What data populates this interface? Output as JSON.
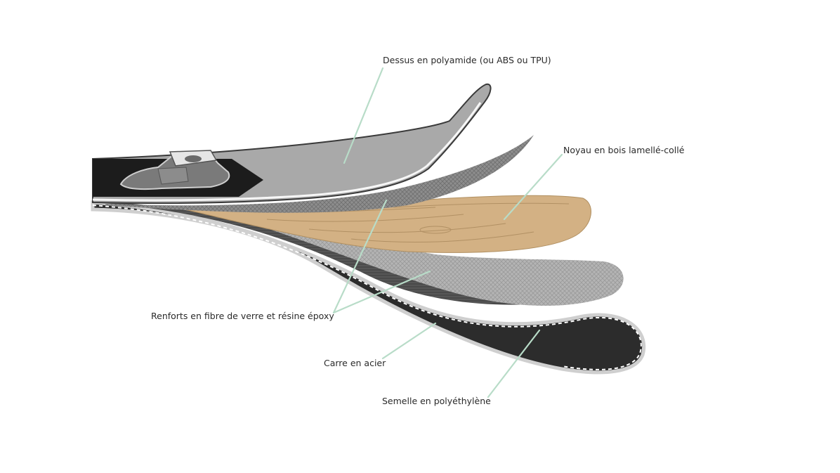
{
  "labels": {
    "top": "Dessus en polyamide (ou ABS ou TPU)",
    "core": "Noyau en bois lamellé-collé",
    "reinforcement": "Renforts en fibre de verre et résine époxy",
    "edge": "Carre en acier",
    "base": "Semelle en polyéthylène"
  },
  "colors": {
    "leader": "#b8dcc8",
    "topsheet": "#a9a9a9",
    "wood": "#d2b082",
    "fiberglass": "#8a8a8a",
    "base": "#2e2e2e",
    "binding": "#6b6b6b"
  }
}
